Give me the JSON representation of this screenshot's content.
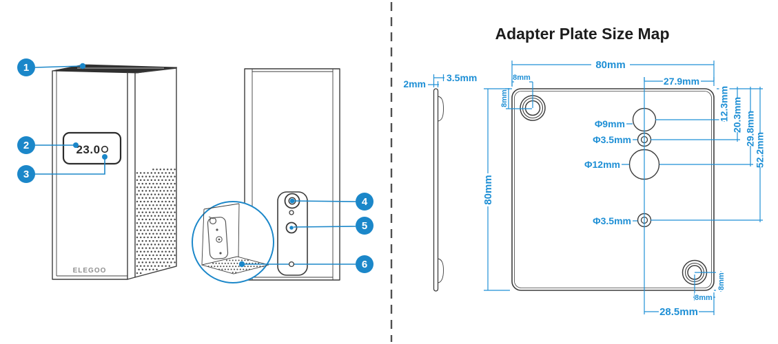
{
  "title": "Adapter Plate Size Map",
  "device": {
    "display_value": "23.0",
    "brand_logo": "ELEGOO"
  },
  "callouts": {
    "c1": "1",
    "c2": "2",
    "c3": "3",
    "c4": "4",
    "c5": "5",
    "c6": "6"
  },
  "profile_dims": {
    "thickness": "2mm",
    "total_thickness": "3.5mm"
  },
  "plate_dims": {
    "width": "80mm",
    "height": "80mm",
    "top_hole_offset_x": "8mm",
    "top_hole_offset_y": "8mm",
    "column_to_edge": "27.9mm",
    "hole_depth_1": "12.3mm",
    "hole_depth_2": "20.3mm",
    "hole_depth_3": "29.8mm",
    "hole_depth_4": "52.2mm",
    "hole_dia_1": "Φ9mm",
    "hole_dia_2": "Φ3.5mm",
    "hole_dia_3": "Φ12mm",
    "hole_dia_4": "Φ3.5mm",
    "bottom_span": "28.5mm",
    "bottom_hole_offset_x": "8mm",
    "bottom_hole_offset_y": "8mm"
  },
  "colors": {
    "callout_blue": "#1b87c9",
    "dimension_blue": "#1e8fd5",
    "drawing_line": "#3c3c3c",
    "lid_dark": "#303030"
  }
}
